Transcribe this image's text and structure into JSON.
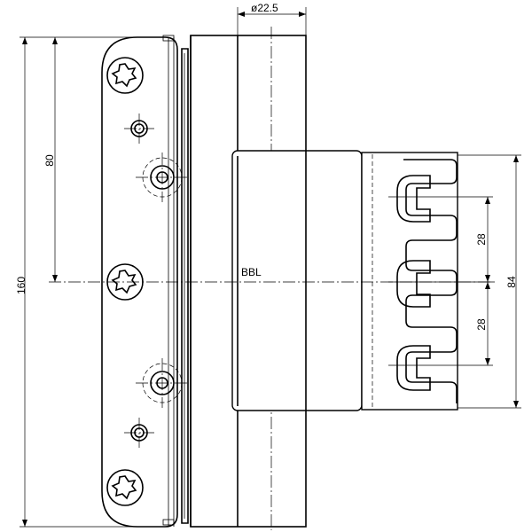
{
  "drawing": {
    "labels": {
      "diameter": "ø22.5",
      "height_total": "160",
      "height_half": "80",
      "width_mount": "84",
      "slot_pitch_top": "28",
      "slot_pitch_bottom": "28",
      "axis_label": "BBL"
    }
  }
}
